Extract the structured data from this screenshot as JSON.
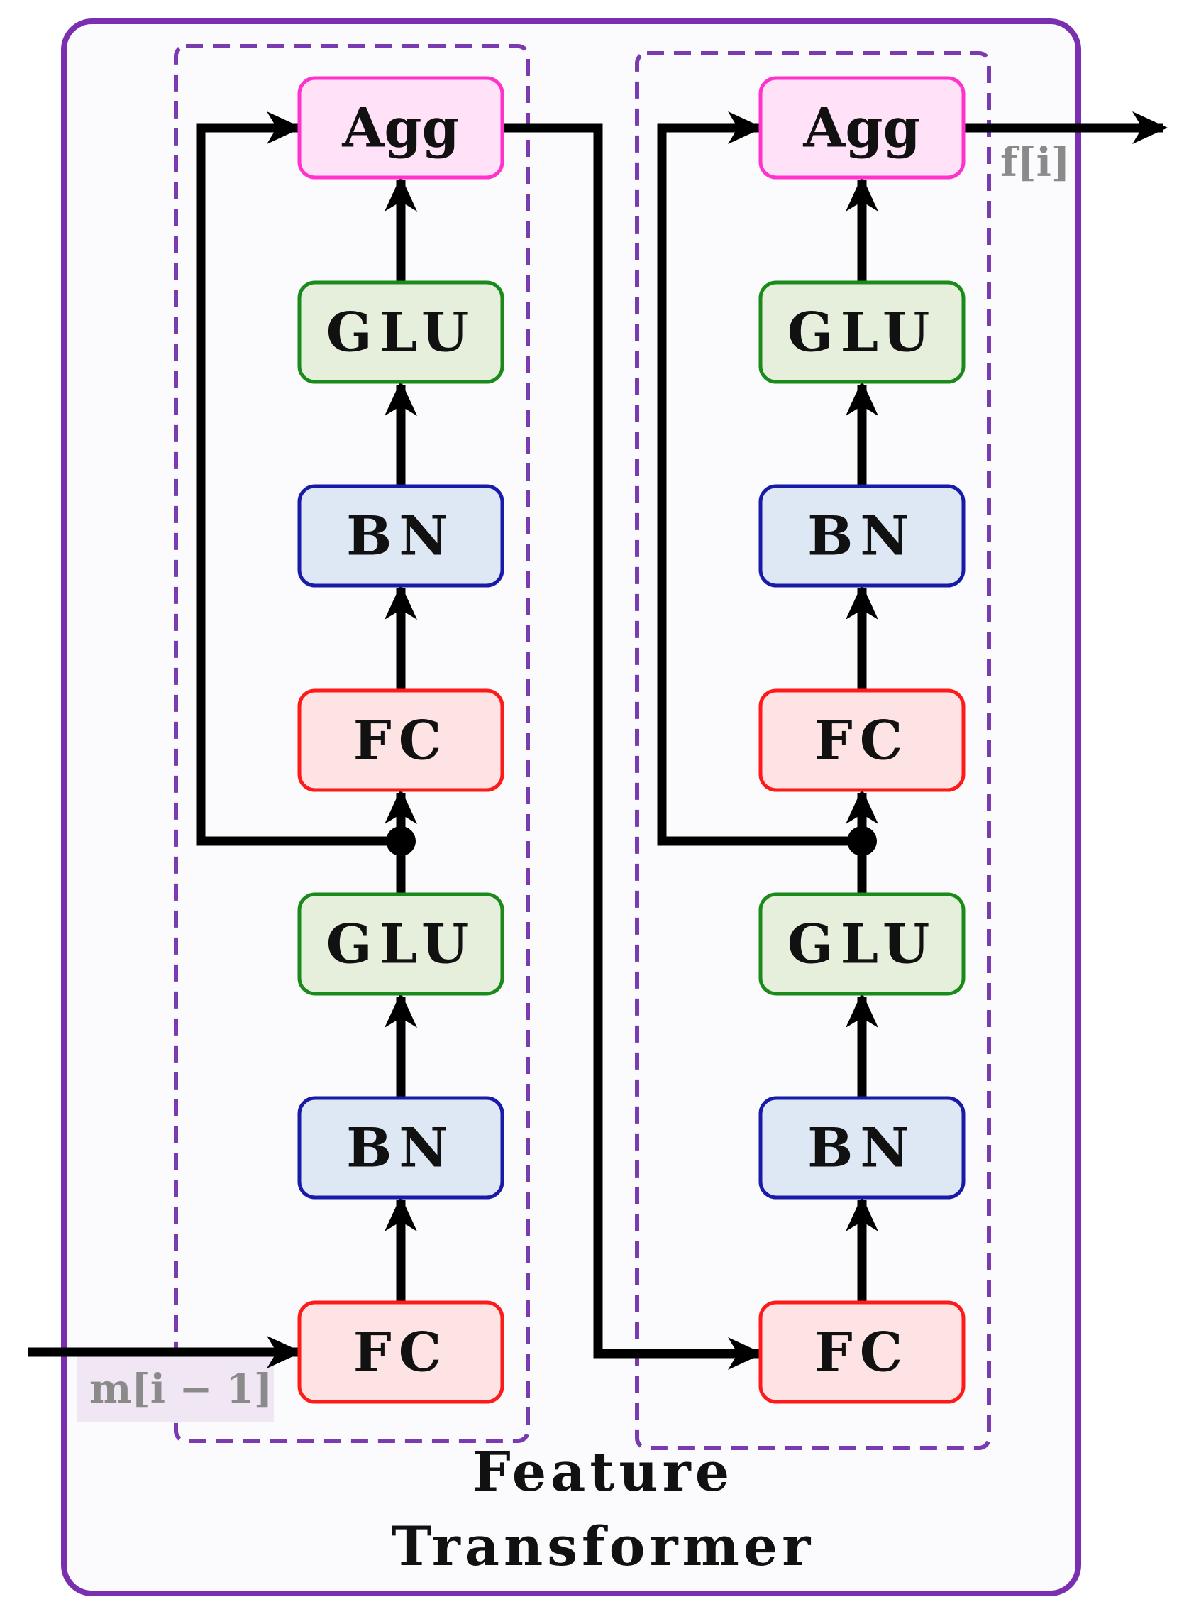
{
  "title": {
    "line1": "Feature",
    "line2": "Transformer"
  },
  "input_label": "m[i − 1]",
  "output_label": "f[i]",
  "blocks": [
    {
      "layers": [
        {
          "label": "FC",
          "kind": "fc"
        },
        {
          "label": "BN",
          "kind": "bn"
        },
        {
          "label": "GLU",
          "kind": "glu"
        },
        {
          "label": "FC",
          "kind": "fc"
        },
        {
          "label": "BN",
          "kind": "bn"
        },
        {
          "label": "GLU",
          "kind": "glu"
        },
        {
          "label": "Agg",
          "kind": "agg"
        }
      ]
    },
    {
      "layers": [
        {
          "label": "FC",
          "kind": "fc"
        },
        {
          "label": "BN",
          "kind": "bn"
        },
        {
          "label": "GLU",
          "kind": "glu"
        },
        {
          "label": "FC",
          "kind": "fc"
        },
        {
          "label": "BN",
          "kind": "bn"
        },
        {
          "label": "GLU",
          "kind": "glu"
        },
        {
          "label": "Agg",
          "kind": "agg"
        }
      ]
    }
  ],
  "colors": {
    "outer_border": "#7a2fb0",
    "dashed_border": "#7a3bb0",
    "fc_fill": "#fde3e3",
    "fc_stroke": "#ff1a1a",
    "bn_fill": "#dde8f4",
    "bn_stroke": "#1a1aa8",
    "glu_fill": "#e6efdc",
    "glu_stroke": "#1a8a1a",
    "agg_fill": "#ffe2f7",
    "agg_stroke": "#ff33cc",
    "input_label_bg": "#f1e6f4"
  }
}
